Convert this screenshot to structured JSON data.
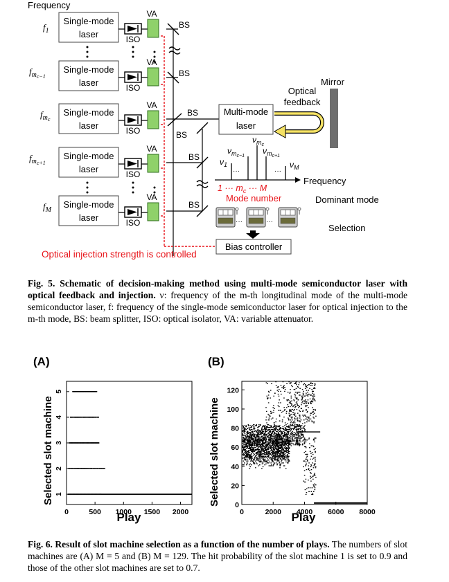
{
  "fig5": {
    "frequency_label": "Frequency",
    "lasers": [
      {
        "freq": "f",
        "sub": "1",
        "subsub": "",
        "text1": "Single-mode",
        "text2": "laser"
      },
      {
        "freq": "f",
        "sub": "m",
        "subsub": "c−1",
        "text1": "Single-mode",
        "text2": "laser"
      },
      {
        "freq": "f",
        "sub": "m",
        "subsub": "c",
        "text1": "Single-mode",
        "text2": "laser"
      },
      {
        "freq": "f",
        "sub": "m",
        "subsub": "c+1",
        "text1": "Single-mode",
        "text2": "laser"
      },
      {
        "freq": "f",
        "sub": "M",
        "subsub": "",
        "text1": "Single-mode",
        "text2": "laser"
      }
    ],
    "iso": "ISO",
    "va": "VA",
    "bs": "BS",
    "mirror": "Mirror",
    "optical_feedback_1": "Optical",
    "optical_feedback_2": "feedback",
    "multimode_1": "Multi-mode",
    "multimode_2": "laser",
    "nu_mc": "ν",
    "nu_mc_sub": "m",
    "nu_mc_subsub": "c",
    "nu_mc_minus_sub": "c−1",
    "nu_mc_plus_sub": "c+1",
    "nu_1": "1",
    "nu_M": "M",
    "frequency_axis": "Frequency",
    "mode_row": "1  ···   m",
    "mode_row_c": "c",
    "mode_row_end": "  ···  M",
    "mode_number": "Mode number",
    "dominant_mode": "Dominant mode",
    "selection": "Selection",
    "bias_controller": "Bias controller",
    "injection_note": "Optical injection strength is controlled",
    "colors": {
      "va_green": "#8fd16a",
      "red": "#e8141a",
      "box_border": "#444444",
      "mirror": "#6e6e6e"
    }
  },
  "caption5": {
    "label": "Fig. 5.",
    "bold": "Schematic of decision-making method using multi-mode semiconductor laser with optical feedback and injection.",
    "rest": " ν: frequency of the m-th longitudinal mode of the multi-mode semiconductor laser, f: frequency of the single-mode semiconductor laser for optical injection to the m-th mode, BS: beam splitter, ISO: optical isolator, VA: variable attenuator."
  },
  "fig6": {
    "panel_a": "(A)",
    "panel_b": "(B)",
    "ylabel": "Selected slot machine",
    "xlabel": "Play"
  },
  "chart_data": [
    {
      "type": "scatter",
      "title": "(A)",
      "xlabel": "Play",
      "ylabel": "Selected slot machine",
      "xlim": [
        0,
        2200
      ],
      "ylim": [
        0.6,
        5.4
      ],
      "xticks": [
        "0",
        "500",
        "1000",
        "1500",
        "2000"
      ],
      "yticks": [
        "1",
        "2",
        "3",
        "4",
        "5"
      ],
      "grid": false,
      "series": [
        {
          "values": [
            {
              "machine": 5,
              "x_start": 100,
              "x_end": 520,
              "density": "dense"
            },
            {
              "machine": 4,
              "x_start": 60,
              "x_end": 560,
              "density": "medium"
            },
            {
              "machine": 3,
              "x_start": 40,
              "x_end": 560,
              "density": "dense"
            },
            {
              "machine": 2,
              "x_start": 30,
              "x_end": 680,
              "density": "medium"
            },
            {
              "machine": 1,
              "x_start": 20,
              "x_end": 2200,
              "density": "continuous"
            }
          ]
        }
      ]
    },
    {
      "type": "scatter",
      "title": "(B)",
      "xlabel": "Play",
      "ylabel": "Selected slot machine",
      "xlim": [
        0,
        8000
      ],
      "ylim": [
        0,
        129
      ],
      "xticks": [
        "0",
        "2000",
        "4000",
        "6000",
        "8000"
      ],
      "yticks": [
        "0",
        "20",
        "40",
        "60",
        "80",
        "100",
        "120"
      ],
      "grid": false,
      "series": [
        {
          "values": [
            {
              "region": "initial spread",
              "x_range": [
                0,
                3000
              ],
              "y_range": [
                50,
                95
              ]
            },
            {
              "region": "high machines",
              "x_range": [
                1500,
                4700
              ],
              "y_range": [
                90,
                129
              ]
            },
            {
              "region": "band",
              "x_range": [
                0,
                4000
              ],
              "y_range": [
                63,
                85
              ]
            },
            {
              "region": "converged to machine 1",
              "x_range": [
                4600,
                8000
              ],
              "y_range": [
                1,
                2
              ]
            }
          ]
        }
      ]
    }
  ],
  "caption6": {
    "label": "Fig. 6.",
    "bold": "Result of slot machine selection as a function of the number of plays.",
    "rest": " The numbers of slot machines are (A) M = 5 and (B) M = 129. The hit probability of the slot machine 1 is set to 0.9 and those of the other slot machines are set to 0.7."
  }
}
